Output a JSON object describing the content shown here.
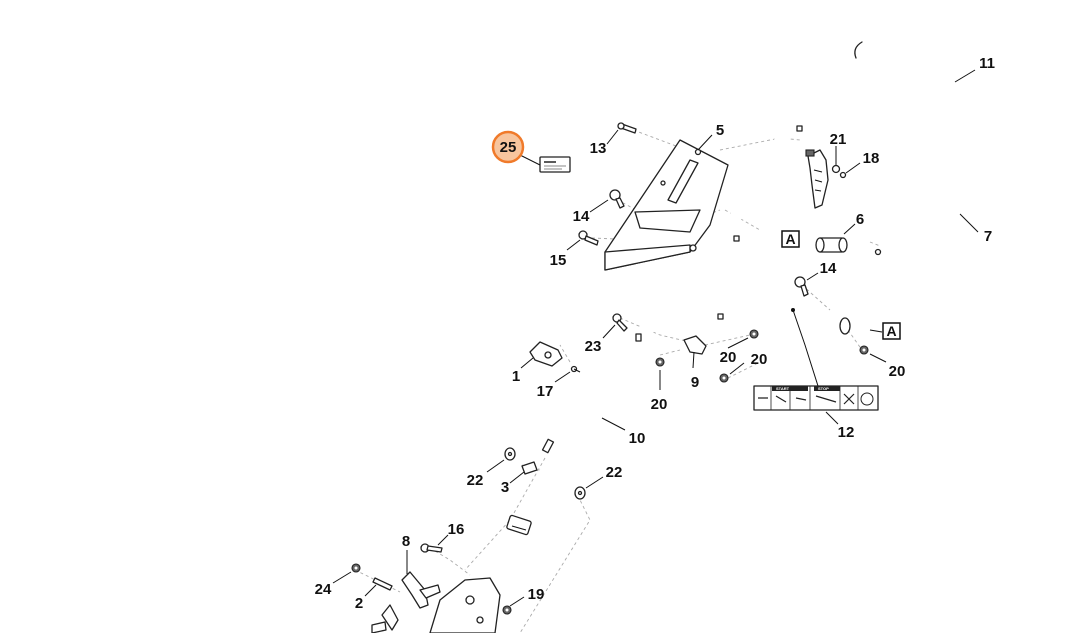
{
  "highlight": {
    "label": "25",
    "color": "#f07a2a",
    "fill": "#f7c59e"
  },
  "labels": {
    "p1": "1",
    "p2": "2",
    "p3": "3",
    "p5": "5",
    "p6": "6",
    "p7": "7",
    "p8": "8",
    "p9": "9",
    "p10": "10",
    "p11": "11",
    "p12": "12",
    "p13": "13",
    "p14a": "14",
    "p14b": "14",
    "p15": "15",
    "p16": "16",
    "p17": "17",
    "p18": "18",
    "p19": "19",
    "p20a": "20",
    "p20b": "20",
    "p20c": "20",
    "p20d": "20",
    "p21": "21",
    "p22a": "22",
    "p22b": "22",
    "p23": "23",
    "p24": "24"
  },
  "ref_marks": {
    "a1": "A",
    "a2": "A"
  },
  "sticker": {
    "left": "START",
    "right": "STOP"
  }
}
